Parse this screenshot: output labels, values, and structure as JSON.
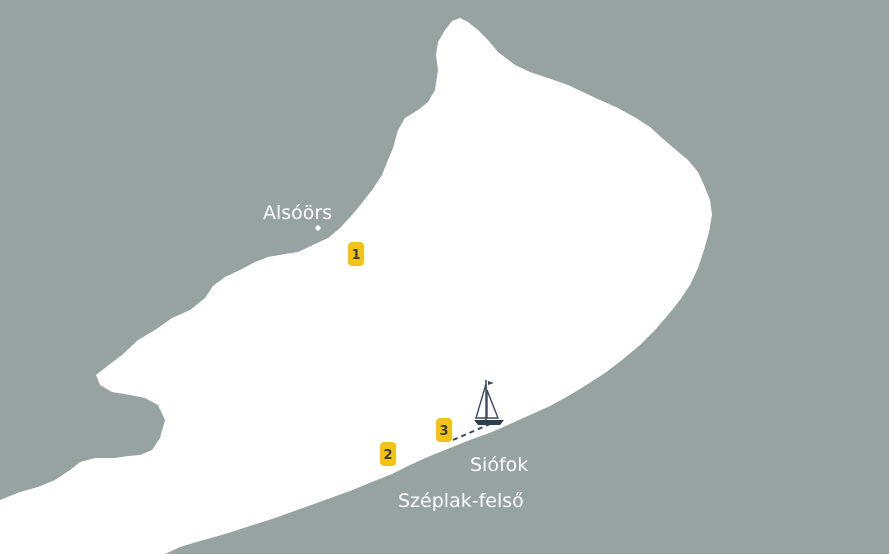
{
  "map": {
    "colors": {
      "land": "#96a3a1",
      "water": "#ffffff",
      "marker": "#f3c311",
      "marker_text": "#3b3b3b",
      "route": "#3a4a5c"
    },
    "places": [
      {
        "name": "Alsóörs"
      },
      {
        "name": "Siófok"
      },
      {
        "name": "Széplak-felső"
      }
    ],
    "markers": [
      {
        "number": "1"
      },
      {
        "number": "2"
      },
      {
        "number": "3"
      }
    ],
    "icons": {
      "boat": "sailboat-icon"
    }
  }
}
